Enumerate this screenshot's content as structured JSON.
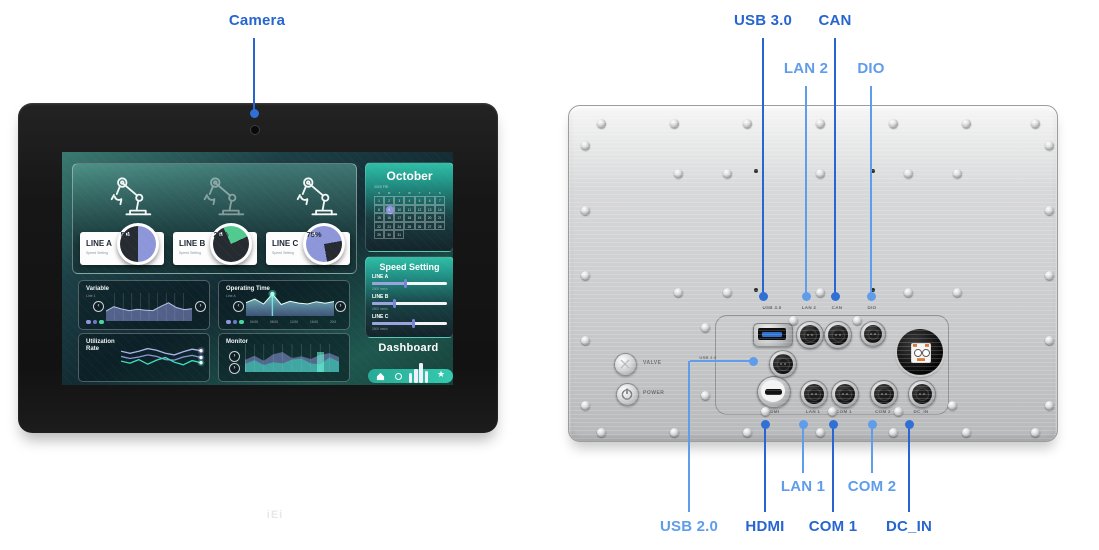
{
  "colors": {
    "callout_dark": "#2765d0",
    "callout_light": "#5f9cea",
    "accent_teal": "#2fbfa7",
    "accent_purple": "#8d96d8",
    "accent_green": "#52c98f"
  },
  "front": {
    "callout_camera": "Camera",
    "logo_text": "iEi",
    "screen": {
      "production_lines": [
        {
          "name": "LINE A",
          "sub": "Speed Setting",
          "percent_label": "50%",
          "percent": 50,
          "ring_color": "#8d96d8",
          "robot_dim": false
        },
        {
          "name": "LINE B",
          "sub": "Speed Setting",
          "percent_label": "25%",
          "percent": 25,
          "ring_color": "#52c98f",
          "robot_dim": true
        },
        {
          "name": "LINE C",
          "sub": "Speed Setting",
          "percent_label": "75%",
          "percent": 75,
          "ring_color": "#8d96d8",
          "robot_dim": false
        }
      ],
      "charts": {
        "variable": {
          "title": "Variable",
          "sub": "Line 1",
          "values": [
            38,
            55,
            46,
            40,
            45,
            42,
            40,
            56,
            70,
            52,
            44,
            47
          ],
          "color": "#8d96d8"
        },
        "operating_time": {
          "title": "Operating Time",
          "sub": "Line A",
          "values": [
            58,
            74,
            52,
            96,
            50,
            64,
            56,
            52,
            62,
            55,
            63
          ],
          "x_labels": [
            "04:00",
            "08:00",
            "12:00",
            "16:00",
            "20:00"
          ],
          "color": "#7fe8d8"
        },
        "utilization_rate": {
          "title": "Utilization Rate",
          "lines": [
            {
              "color": "#aab4e8",
              "values": [
                76,
                68,
                76,
                86,
                80,
                68,
                62,
                74,
                84,
                78
              ]
            },
            {
              "color": "#8d96d8",
              "values": [
                56,
                48,
                54,
                62,
                56,
                44,
                42,
                54,
                60,
                52
              ]
            },
            {
              "color": "#3fe0bb",
              "values": [
                38,
                30,
                44,
                26,
                42,
                52,
                34,
                24,
                40,
                32
              ]
            }
          ]
        },
        "monitor": {
          "title": "Monitor",
          "purple": [
            45,
            60,
            42,
            66,
            74,
            52,
            58,
            48,
            64,
            70,
            55
          ],
          "teal": [
            30,
            44,
            26,
            36,
            32,
            46,
            50,
            32,
            28,
            54,
            38
          ]
        }
      },
      "calendar": {
        "month": "October",
        "sub": "2020 FRI",
        "day_headers": [
          "SUN",
          "MON",
          "TUE",
          "WED",
          "THU",
          "FRI",
          "SAT"
        ],
        "highlight_day": 9,
        "days": 31
      },
      "speed_setting": {
        "title": "Speed Setting",
        "sliders": [
          {
            "label": "LINE A",
            "sub": "2500 mm/s",
            "value": 45
          },
          {
            "label": "LINE B",
            "sub": "2500 mm/s",
            "value": 30
          },
          {
            "label": "LINE C",
            "sub": "2500 mm/s",
            "value": 55
          }
        ]
      },
      "dashboard_label": "Dashboard"
    }
  },
  "rear": {
    "buttons": [
      {
        "label": "VALVE"
      },
      {
        "label": "POWER"
      }
    ],
    "printed_labels": {
      "usb3": "USB 3.0",
      "lan2": "LAN 2",
      "can": "CAN",
      "dio": "DIO",
      "usb2": "USB 2.0",
      "hdmi": "HDMI",
      "lan1": "LAN 1",
      "com1": "COM 1",
      "com2": "COM 2",
      "dcin": "DC_IN"
    },
    "callouts_top": [
      {
        "id": "usb3",
        "label": "USB 3.0",
        "tone": "dark"
      },
      {
        "id": "can",
        "label": "CAN",
        "tone": "dark"
      },
      {
        "id": "lan2",
        "label": "LAN 2",
        "tone": "light"
      },
      {
        "id": "dio",
        "label": "DIO",
        "tone": "light"
      }
    ],
    "callouts_bottom": [
      {
        "id": "usb2",
        "label": "USB 2.0",
        "tone": "light"
      },
      {
        "id": "hdmi",
        "label": "HDMI",
        "tone": "dark"
      },
      {
        "id": "lan1",
        "label": "LAN 1",
        "tone": "light"
      },
      {
        "id": "com1",
        "label": "COM 1",
        "tone": "dark"
      },
      {
        "id": "com2",
        "label": "COM 2",
        "tone": "light"
      },
      {
        "id": "dcin",
        "label": "DC_IN",
        "tone": "dark"
      }
    ]
  }
}
